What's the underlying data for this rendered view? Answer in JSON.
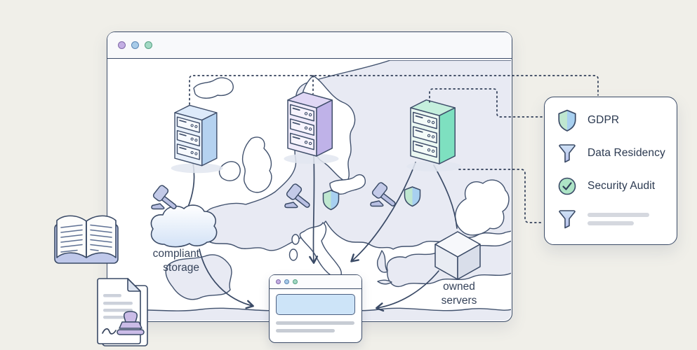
{
  "canvas": {
    "background": "#f0efe9",
    "outline_color": "#3a4a66"
  },
  "main_window": {
    "traffic_lights": [
      {
        "name": "purple",
        "fill": "#c3aee3",
        "stroke": "#806ba8"
      },
      {
        "name": "blue",
        "fill": "#a8cbe8",
        "stroke": "#5d87b4"
      },
      {
        "name": "green",
        "fill": "#a3d9c4",
        "stroke": "#56a183"
      }
    ]
  },
  "map": {
    "land_color": "#e8eaf3",
    "sea_color": "#ffffff",
    "labels": {
      "compliant_storage": {
        "line1": "compliant",
        "line2": "storage"
      },
      "owned_servers": {
        "line1": "owned",
        "line2": "servers"
      }
    },
    "servers": [
      {
        "name": "server-blue",
        "side_color": "#b5d2f0"
      },
      {
        "name": "server-purple",
        "side_color": "#bfb2e8"
      },
      {
        "name": "server-green",
        "side_color": "#7ee0c0"
      }
    ],
    "icons": [
      "gavel-icon",
      "shield-icon",
      "cloud-icon",
      "cube-icon"
    ]
  },
  "legend": {
    "items": [
      {
        "icon": "shield-icon",
        "label": "GDPR"
      },
      {
        "icon": "funnel-icon",
        "label": "Data Residency"
      },
      {
        "icon": "check-circle-icon",
        "label": "Security Audit"
      },
      {
        "icon": "funnel-icon",
        "label": ""
      }
    ],
    "placeholder_bar_color": "#d5d8df"
  },
  "mini_window": {
    "traffic_lights": [
      "#c3aee3",
      "#a8cbe8",
      "#a3d9c4"
    ],
    "highlight_color": "#cde4f8"
  },
  "palette": {
    "gavel": "#b9c0e2",
    "shield_left": "#bfe7d0",
    "shield_right": "#a8d0f0",
    "check_green": "#ade4c6",
    "funnel_top": "#cfe2f6",
    "funnel_bottom": "#b6bfeb",
    "book_cover": "#bfc8ea",
    "stamp": "#cbbce7"
  }
}
